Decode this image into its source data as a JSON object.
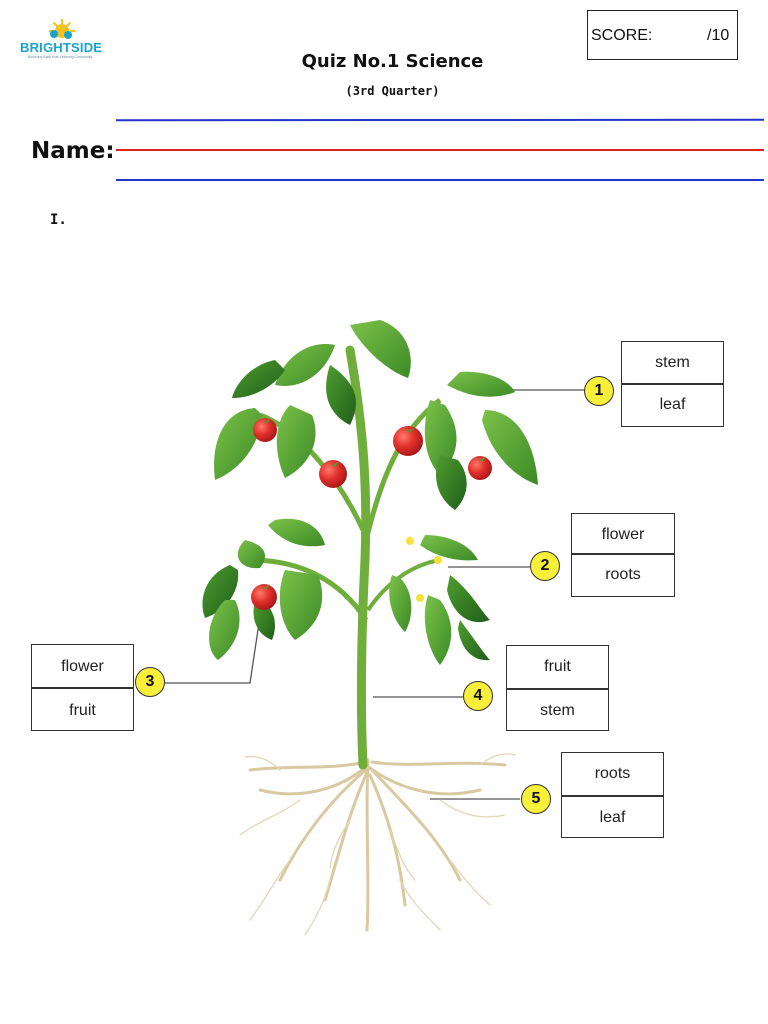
{
  "header": {
    "logo_text": "BRIGHTSIDE",
    "logo_tagline": "Bouncing Back Kids Learning Community",
    "score_label": "SCORE:",
    "score_total": "/10",
    "title": "Quiz No.1 Science",
    "subtitle": "(3rd Quarter)",
    "name_label": "Name:"
  },
  "section": {
    "label": "I."
  },
  "callouts": [
    {
      "number": "1",
      "options": [
        "stem",
        "leaf"
      ]
    },
    {
      "number": "2",
      "options": [
        "flower",
        "roots"
      ]
    },
    {
      "number": "3",
      "options": [
        "flower",
        "fruit"
      ]
    },
    {
      "number": "4",
      "options": [
        "fruit",
        "stem"
      ]
    },
    {
      "number": "5",
      "options": [
        "roots",
        "leaf"
      ]
    }
  ],
  "colors": {
    "line_blue": "#2233cc",
    "line_red": "#dd2222",
    "callout_fill": "#f8ef3a",
    "leaf_green": "#4f9d2f",
    "tomato_red": "#d8262a",
    "root_tan": "#d9c9a0"
  },
  "icons": [
    "brightside-logo-icon",
    "plant-illustration"
  ]
}
